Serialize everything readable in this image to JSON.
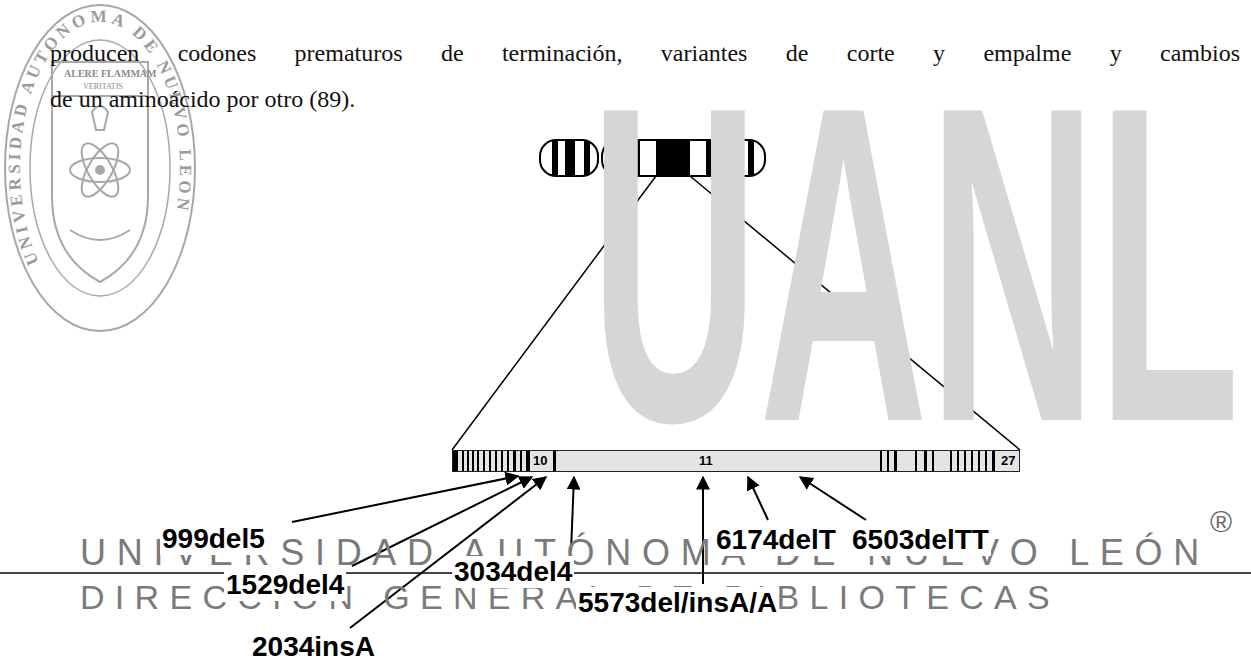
{
  "diagram": {
    "nodes": [
      {
        "text": [
          "10",
          "11",
          "27"
        ]
      }
    ],
    "labels": [
      "producen codones prematuros de terminación, variantes de corte y empalme y cambios",
      "de un aminoácido por otro (89).",
      "ALERE FLAMMAM",
      "VERITATIS",
      "UNIVERSIDAD AUTONOMA DE NUEVO LEON",
      "UANL",
      "999del5",
      "1529del4",
      "2034insA",
      "3034del4",
      "5573del/insA/A",
      "6174delT",
      "6503delTT",
      "UNIVERSIDAD AUTÓNOMA DE NUEVO LEÓN",
      "DIRECCIÓN GENERAL DE BIBLIOTECAS",
      "®"
    ]
  }
}
